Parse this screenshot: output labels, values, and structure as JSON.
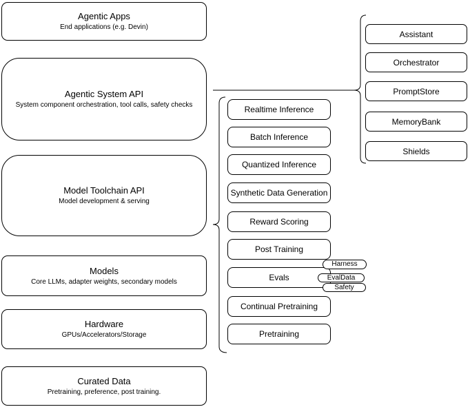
{
  "palette": {
    "background": "#ffffff",
    "line": "#000000",
    "box_fill": "#ffffff",
    "text": "#000000"
  },
  "left_stack": [
    {
      "title": "Agentic Apps",
      "subtitle": "End applications (e.g. Devin)"
    },
    {
      "title": "Agentic System API",
      "subtitle": "System component orchestration, tool calls, safety checks"
    },
    {
      "title": "Model Toolchain API",
      "subtitle": "Model development & serving"
    },
    {
      "title": "Models",
      "subtitle": "Core LLMs, adapter weights, secondary models"
    },
    {
      "title": "Hardware",
      "subtitle": "GPUs/Accelerators/Storage"
    },
    {
      "title": "Curated Data",
      "subtitle": "Pretraining, preference, post training."
    }
  ],
  "toolchain_items": [
    "Realtime Inference",
    "Batch Inference",
    "Quantized Inference",
    "Synthetic Data Generation",
    "Reward Scoring",
    "Post Training",
    "Evals",
    "Continual Pretraining",
    "Pretraining"
  ],
  "evals_tags": [
    "Harness",
    "EvalData",
    "Safety"
  ],
  "system_components": [
    "Assistant",
    "Orchestrator",
    "PromptStore",
    "MemoryBank",
    "Shields"
  ]
}
